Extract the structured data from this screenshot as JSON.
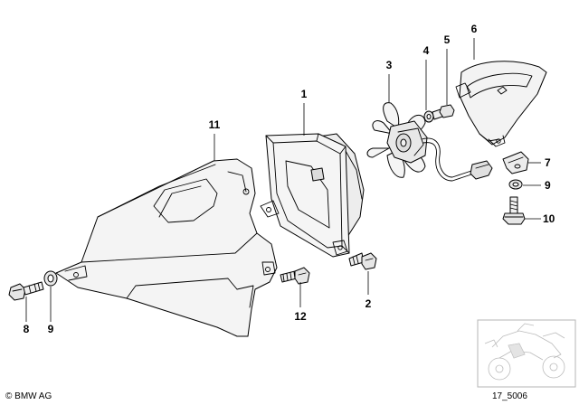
{
  "callouts": [
    {
      "id": "1",
      "label": "1"
    },
    {
      "id": "2",
      "label": "2"
    },
    {
      "id": "3",
      "label": "3"
    },
    {
      "id": "4",
      "label": "4"
    },
    {
      "id": "5",
      "label": "5"
    },
    {
      "id": "6",
      "label": "6"
    },
    {
      "id": "7",
      "label": "7"
    },
    {
      "id": "8",
      "label": "8"
    },
    {
      "id": "9a",
      "label": "9"
    },
    {
      "id": "9b",
      "label": "9"
    },
    {
      "id": "10",
      "label": "10"
    },
    {
      "id": "11",
      "label": "11"
    },
    {
      "id": "12",
      "label": "12"
    }
  ],
  "footer": {
    "copyright": "© BMW AG",
    "diagram_number": "17_5006"
  },
  "colors": {
    "line": "#000000",
    "part_fill": "#f3f3f3",
    "shade": "#d9d9d9",
    "background": "#ffffff"
  }
}
